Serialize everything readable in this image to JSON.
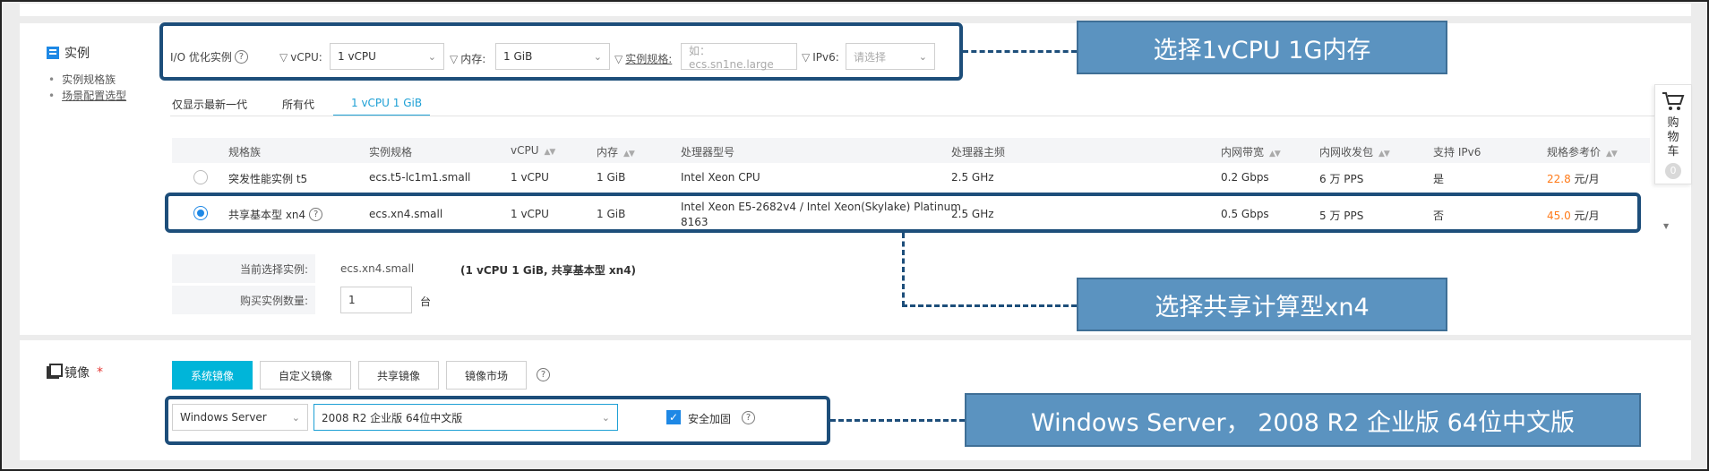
{
  "instance_section": {
    "title": "实例",
    "links": [
      "实例规格族",
      "场景配置选型"
    ]
  },
  "filters": {
    "io_label": "I/O 优化实例",
    "vcpu_label": "vCPU:",
    "vcpu_value": "1 vCPU",
    "mem_label": "内存:",
    "mem_value": "1 GiB",
    "spec_label": "实例规格:",
    "spec_placeholder": "如：ecs.sn1ne.large",
    "ipv6_label": "IPv6:",
    "ipv6_placeholder": "请选择"
  },
  "tabs": [
    "仅显示最新一代",
    "所有代",
    "1 vCPU 1 GiB"
  ],
  "table": {
    "headers": [
      "规格族",
      "实例规格",
      "vCPU",
      "内存",
      "处理器型号",
      "处理器主频",
      "内网带宽",
      "内网收发包",
      "支持 IPv6",
      "规格参考价"
    ],
    "rows": [
      {
        "family": "突发性能实例 t5",
        "spec": "ecs.t5-lc1m1.small",
        "vcpu": "1 vCPU",
        "mem": "1 GiB",
        "cpu": "Intel Xeon CPU",
        "cpu2": "",
        "freq": "2.5 GHz",
        "bw": "0.2 Gbps",
        "pps": "6 万 PPS",
        "ipv6": "是",
        "price": "22.8",
        "unit": " 元/月"
      },
      {
        "family": "共享基本型 xn4",
        "spec": "ecs.xn4.small",
        "vcpu": "1 vCPU",
        "mem": "1 GiB",
        "cpu": "Intel Xeon E5-2682v4 / Intel Xeon(Skylake) Platinum",
        "cpu2": "8163",
        "freq": "2.5 GHz",
        "bw": "0.5 Gbps",
        "pps": "5 万 PPS",
        "ipv6": "否",
        "price": "45.0",
        "unit": " 元/月"
      }
    ]
  },
  "selection": {
    "current_label": "当前选择实例:",
    "current_value": "ecs.xn4.small",
    "current_detail": "(1 vCPU 1 GiB, 共享基本型 xn4)",
    "qty_label": "购买实例数量:",
    "qty_value": "1",
    "qty_unit": "台"
  },
  "cart": {
    "label": "购物车",
    "count": "0"
  },
  "image_section": {
    "title": "镜像",
    "required_mark": "*",
    "buttons": [
      "系统镜像",
      "自定义镜像",
      "共享镜像",
      "镜像市场"
    ],
    "os_value": "Windows Server",
    "version_value": "2008 R2 企业版 64位中文版",
    "security_label": "安全加固"
  },
  "callouts": {
    "c1": "选择1vCPU 1G内存",
    "c2": "选择共享计算型xn4",
    "c3": "Windows Server， 2008 R2 企业版 64位中文版"
  },
  "colors": {
    "accent": "#1e88e5",
    "tab_active": "#1ea0d5",
    "button_active": "#00b5d9",
    "price": "#ff7a18",
    "callout": "#5b93c0",
    "highlight": "#1d4e7a"
  }
}
